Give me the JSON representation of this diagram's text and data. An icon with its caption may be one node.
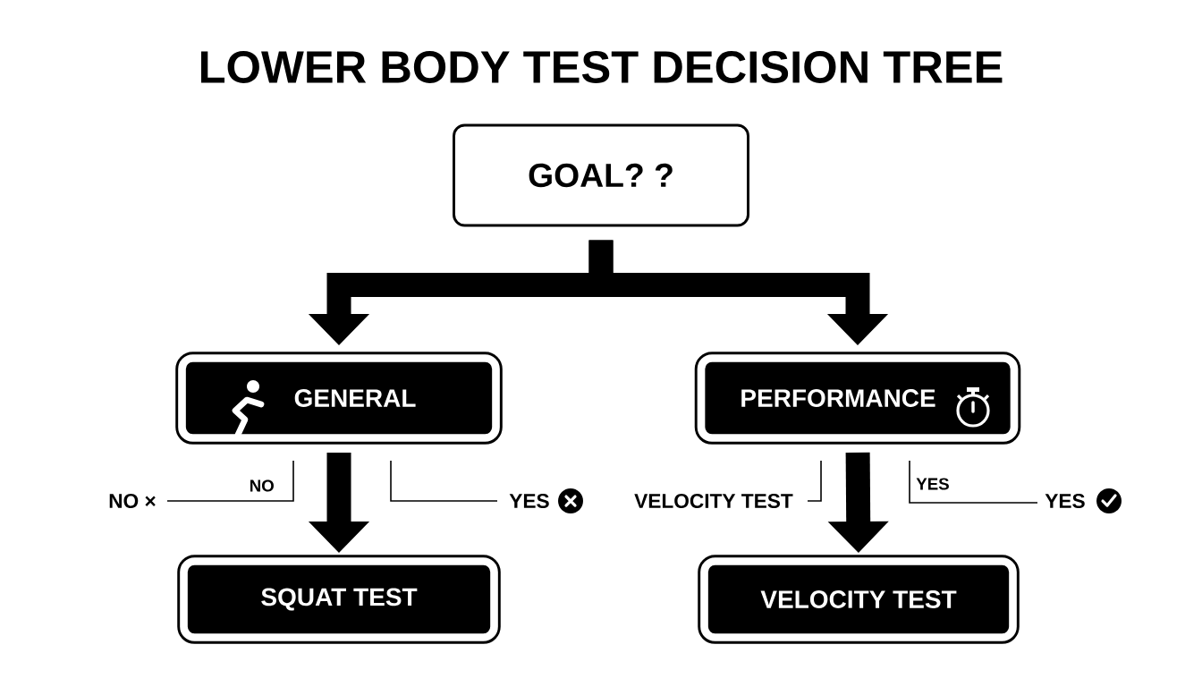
{
  "diagram": {
    "title": "LOWER BODY TEST DECISION TREE",
    "nodes": [
      {
        "text": [
          "GOAL? ?"
        ]
      },
      {
        "text": [
          "GENERAL"
        ]
      },
      {
        "text": [
          "PERFORMANCE"
        ]
      },
      {
        "text": [
          "SQUAT TEST"
        ]
      },
      {
        "text": [
          "VELOCITY TEST"
        ]
      }
    ],
    "edges": [
      {
        "from": 0,
        "to": 1,
        "arrow": "to"
      },
      {
        "from": 0,
        "to": 2,
        "arrow": "to"
      },
      {
        "from": 1,
        "to": 3,
        "arrow": "to"
      },
      {
        "from": 2,
        "to": 4,
        "arrow": "to"
      }
    ],
    "labels": [
      "NO ×",
      "NO",
      "YES",
      "VELOCITY TEST",
      "YES",
      "YES"
    ]
  }
}
